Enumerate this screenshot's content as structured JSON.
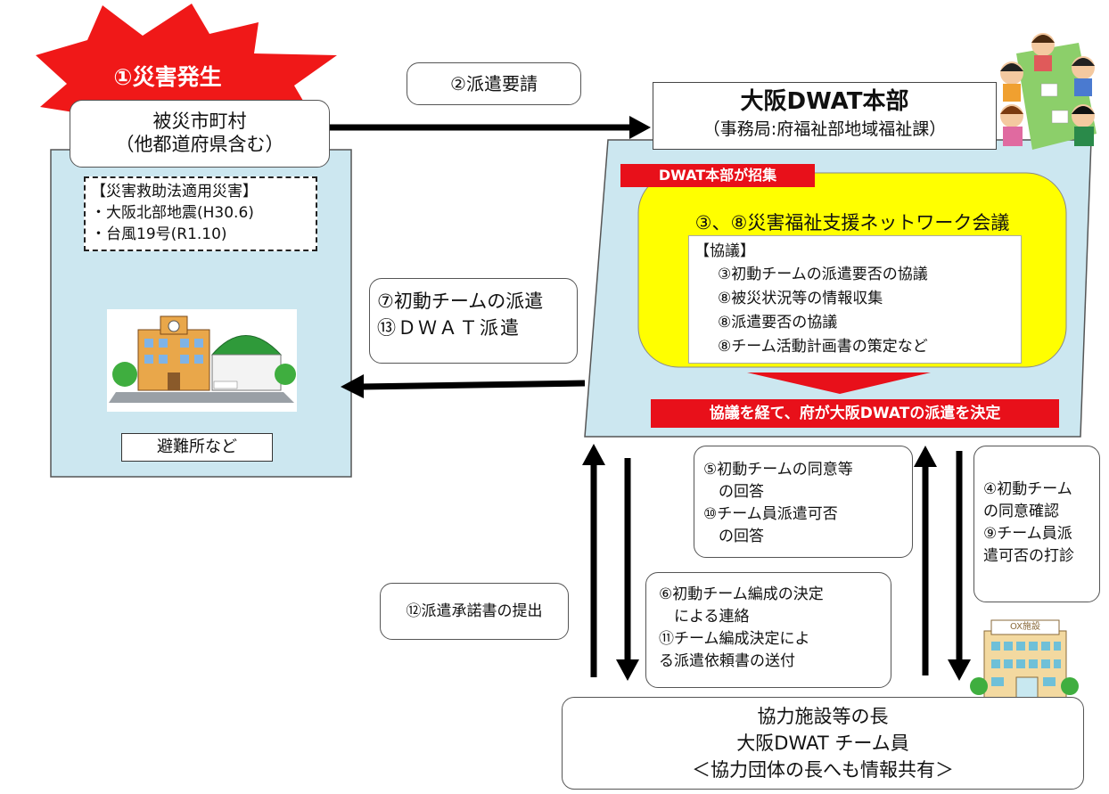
{
  "disaster": {
    "label": "①災害発生"
  },
  "municipality": {
    "line1": "被災市町村",
    "line2": "（他都道府県含む）"
  },
  "relief_act": {
    "title": "【災害救助法適用災害】",
    "items": [
      "・大阪北部地震(H30.6)",
      "・台風19号(R1.10)"
    ]
  },
  "shelter": {
    "label": "避難所など"
  },
  "request": {
    "label": "②派遣要請"
  },
  "hq": {
    "title": "大阪DWAT本部",
    "subtitle": "（事務局:府福祉部地域福祉課）"
  },
  "convened_badge": "DWAT本部が招集",
  "network_meeting": {
    "title": "③、⑧災害福祉支援ネットワーク会議",
    "header": "【協議】",
    "items": [
      "③初動チームの派遣要否の協議",
      "⑧被災状況等の情報収集",
      "⑧派遣要否の協議",
      "⑧チーム活動計画書の策定など"
    ]
  },
  "decision_banner": "協議を経て、府が大阪DWATの派遣を決定",
  "dispatch": {
    "line1": "⑦初動チームの派遣",
    "line2": "⑬ＤＷＡＴ派遣"
  },
  "reply": {
    "lines": [
      "⑤初動チームの同意等",
      "　の回答",
      "⑩チーム員派遣可否",
      "　の回答"
    ]
  },
  "confirm": {
    "lines": [
      "④初動チーム",
      "の同意確認",
      "⑨チーム員派",
      "遣可否の打診"
    ]
  },
  "consent_letter": "⑫派遣承諾書の提出",
  "notify": {
    "lines": [
      "⑥初動チーム編成の決定",
      "　による連絡",
      "⑪チーム編成決定によ",
      "る派遣依頼書の送付"
    ]
  },
  "facility": {
    "line1": "協力施設等の長",
    "line2": "大阪DWAT チーム員",
    "line3": "＜協力団体の長へも情報共有＞"
  },
  "facility_sign": "OX施設",
  "colors": {
    "panel_blue": "#cce7f0",
    "yellow": "#ffff00",
    "red": "#e8101a",
    "burst_red": "#f01818"
  }
}
